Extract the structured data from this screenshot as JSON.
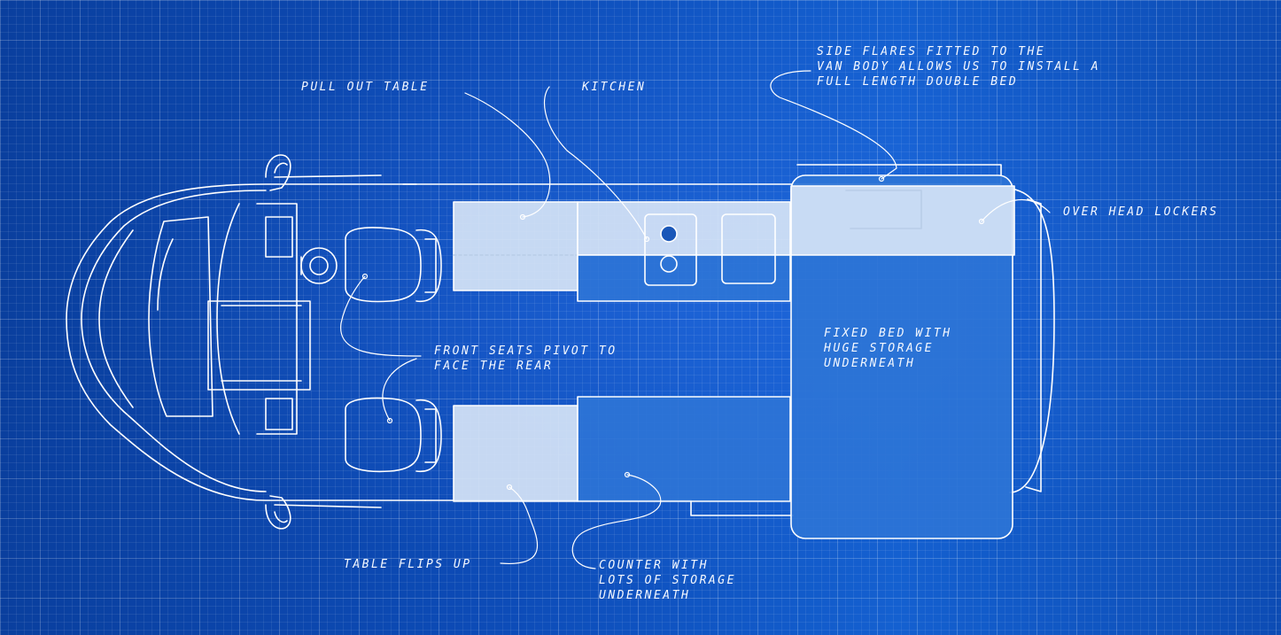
{
  "labels": {
    "pull_out_table": "PULL OUT TABLE",
    "kitchen": "KITCHEN",
    "side_flares": [
      "SIDE FLARES FITTED TO THE",
      "VAN BODY ALLOWS US TO INSTALL A",
      "FULL LENGTH DOUBLE BED"
    ],
    "overhead_lockers": "OVER HEAD LOCKERS",
    "fixed_bed": [
      "FIXED BED WITH",
      "HUGE STORAGE",
      "UNDERNEATH"
    ],
    "front_seats": [
      "FRONT SEATS PIVOT TO",
      "FACE THE REAR"
    ],
    "table_flips": "TABLE FLIPS UP",
    "counter": [
      "COUNTER WITH",
      "LOTS OF STORAGE",
      "UNDERNEATH"
    ]
  },
  "colors": {
    "background": "#0f4fb0",
    "line": "#ffffff",
    "fill_light": "#d6e4f6",
    "fill_mid": "#2d74d6"
  }
}
